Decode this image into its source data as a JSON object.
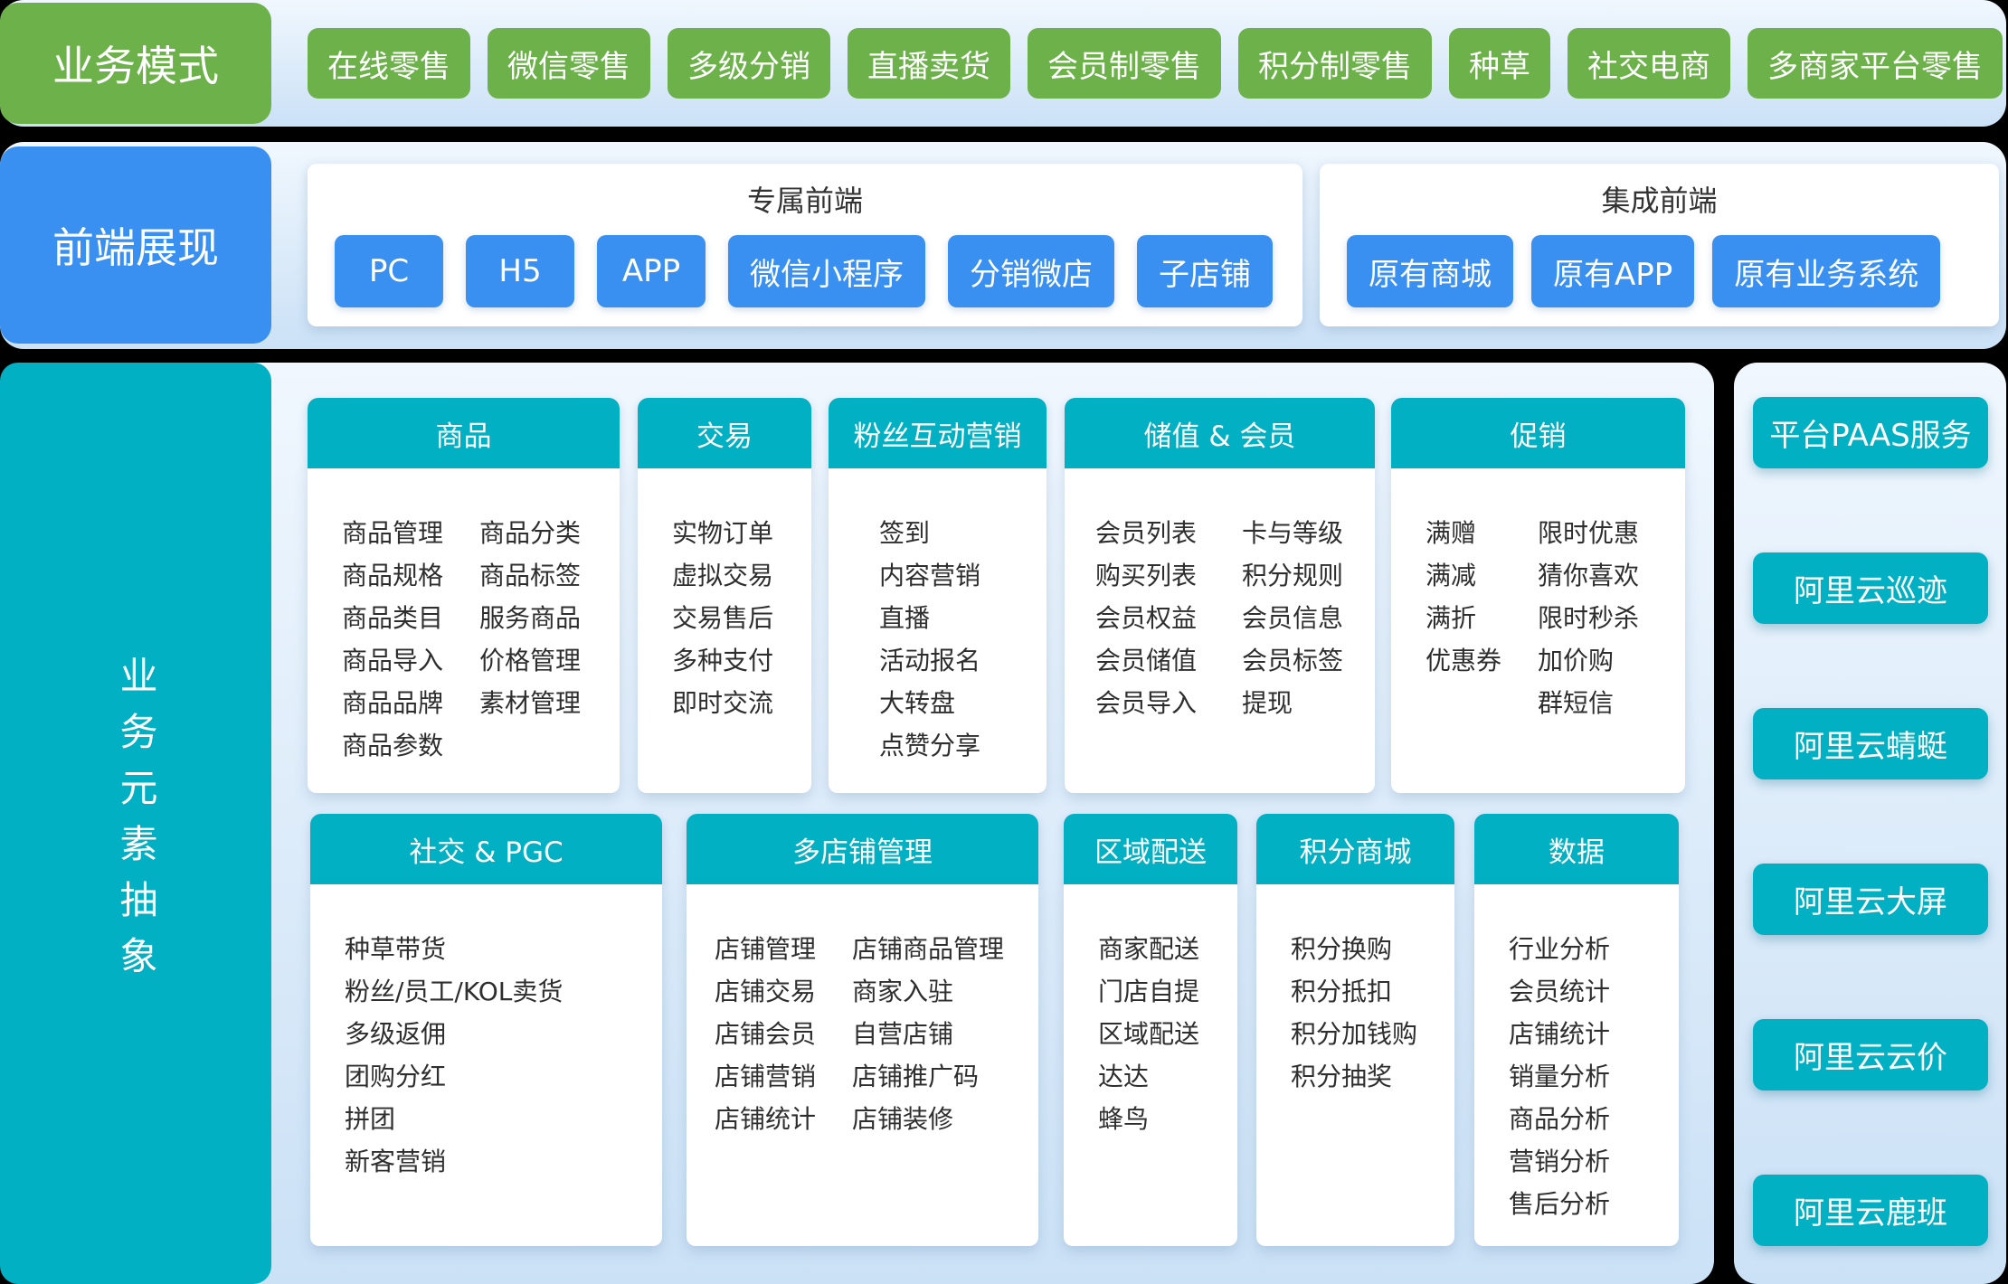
{
  "colors": {
    "green": "#6db14b",
    "blue": "#3a90f0",
    "teal": "#02b0c3",
    "panel_top": "#f0f7fe",
    "panel_bottom": "#cbe1f6"
  },
  "business_models": {
    "label": "业务模式",
    "items": [
      "在线零售",
      "微信零售",
      "多级分销",
      "直播卖货",
      "会员制零售",
      "积分制零售",
      "种草",
      "社交电商",
      "多商家平台零售"
    ]
  },
  "frontend": {
    "label": "前端展现",
    "groups": [
      {
        "title": "专属前端",
        "buttons": [
          "PC",
          "H5",
          "APP",
          "微信小程序",
          "分销微店",
          "子店铺"
        ]
      },
      {
        "title": "集成前端",
        "buttons": [
          "原有商城",
          "原有APP",
          "原有业务系统"
        ]
      }
    ]
  },
  "abstraction": {
    "label": "业务元素抽象",
    "cards": {
      "goods": {
        "title": "商品",
        "columns": [
          [
            "商品管理",
            "商品规格",
            "商品类目",
            "商品导入",
            "商品品牌",
            "商品参数"
          ],
          [
            "商品分类",
            "商品标签",
            "服务商品",
            "价格管理",
            "素材管理"
          ]
        ]
      },
      "trade": {
        "title": "交易",
        "columns": [
          [
            "实物订单",
            "虚拟交易",
            "交易售后",
            "多种支付",
            "即时交流"
          ]
        ]
      },
      "fans": {
        "title": "粉丝互动营销",
        "columns": [
          [
            "签到",
            "内容营销",
            "直播",
            "活动报名",
            "大转盘",
            "点赞分享"
          ]
        ]
      },
      "member": {
        "title": "储值 & 会员",
        "columns": [
          [
            "会员列表",
            "购买列表",
            "会员权益",
            "会员储值",
            "会员导入"
          ],
          [
            "卡与等级",
            "积分规则",
            "会员信息",
            "会员标签",
            "提现"
          ]
        ]
      },
      "promo": {
        "title": "促销",
        "columns": [
          [
            "满赠",
            "满减",
            "满折",
            "优惠券"
          ],
          [
            "限时优惠",
            "猜你喜欢",
            "限时秒杀",
            "加价购",
            "群短信"
          ]
        ]
      },
      "social": {
        "title": "社交 & PGC",
        "columns": [
          [
            "种草带货",
            "粉丝/员工/KOL卖货",
            "多级返佣",
            "团购分红",
            "拼团",
            "新客营销"
          ]
        ]
      },
      "multishop": {
        "title": "多店铺管理",
        "columns": [
          [
            "店铺管理",
            "店铺交易",
            "店铺会员",
            "店铺营销",
            "店铺统计"
          ],
          [
            "店铺商品管理",
            "商家入驻",
            "自营店铺",
            "店铺推广码",
            "店铺装修"
          ]
        ]
      },
      "delivery": {
        "title": "区域配送",
        "columns": [
          [
            "商家配送",
            "门店自提",
            "区域配送",
            "达达",
            "蜂鸟"
          ]
        ]
      },
      "points": {
        "title": "积分商城",
        "columns": [
          [
            "积分换购",
            "积分抵扣",
            "积分加钱购",
            "积分抽奖"
          ]
        ]
      },
      "data": {
        "title": "数据",
        "columns": [
          [
            "行业分析",
            "会员统计",
            "店铺统计",
            "销量分析",
            "商品分析",
            "营销分析",
            "售后分析"
          ]
        ]
      }
    }
  },
  "paas": {
    "title": "平台PAAS服务",
    "items": [
      "阿里云巡迹",
      "阿里云蜻蜓",
      "阿里云大屏",
      "阿里云云价",
      "阿里云鹿班"
    ]
  }
}
